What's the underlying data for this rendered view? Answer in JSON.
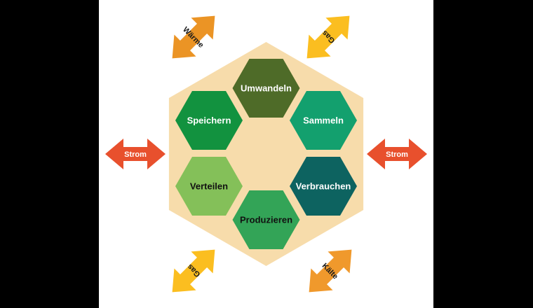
{
  "diagram": {
    "title": "Sektorenkopplung Hexagon",
    "background_color": "#ffffff",
    "letterbox_color": "#000000",
    "hub_color": "#f7dcab",
    "hub": {
      "name": "hexagon-hub",
      "shape": "hexagon",
      "orientation": "pointy-top"
    },
    "nodes": [
      {
        "id": "umwandeln",
        "label": "Umwandeln",
        "position": "top",
        "fill": "#4e6b28",
        "text_color": "#ffffff",
        "text_tone": "light"
      },
      {
        "id": "sammeln",
        "label": "Sammeln",
        "position": "top-right",
        "fill": "#13a06e",
        "text_color": "#ffffff",
        "text_tone": "light"
      },
      {
        "id": "verbrauchen",
        "label": "Verbrauchen",
        "position": "bottom-right",
        "fill": "#0d6360",
        "text_color": "#ffffff",
        "text_tone": "light"
      },
      {
        "id": "produzieren",
        "label": "Produzieren",
        "position": "bottom",
        "fill": "#33a457",
        "text_color": "#111111",
        "text_tone": "dark"
      },
      {
        "id": "verteilen",
        "label": "Verteilen",
        "position": "bottom-left",
        "fill": "#84c059",
        "text_color": "#111111",
        "text_tone": "dark"
      },
      {
        "id": "speichern",
        "label": "Speichern",
        "position": "top-left",
        "fill": "#12923f",
        "text_color": "#ffffff",
        "text_tone": "light"
      }
    ],
    "arrows": [
      {
        "id": "waerme",
        "label": "Wärme",
        "position": "top-left",
        "fill": "#eb9425",
        "text_color": "#1a1a1a",
        "text_tone": "dark",
        "direction": "double",
        "angle_deg": 135
      },
      {
        "id": "gas-top",
        "label": "Gas",
        "position": "top-right",
        "fill": "#fbbe20",
        "text_color": "#1a1a1a",
        "text_tone": "dark",
        "direction": "double",
        "angle_deg": 45
      },
      {
        "id": "strom-left",
        "label": "Strom",
        "position": "left",
        "fill": "#e8502d",
        "text_color": "#ffffff",
        "text_tone": "light",
        "direction": "double",
        "angle_deg": 0
      },
      {
        "id": "strom-right",
        "label": "Strom",
        "position": "right",
        "fill": "#e8502d",
        "text_color": "#ffffff",
        "text_tone": "light",
        "direction": "double",
        "angle_deg": 0
      },
      {
        "id": "gas-bottom",
        "label": "Gas",
        "position": "bottom-left",
        "fill": "#fbbe20",
        "text_color": "#1a1a1a",
        "text_tone": "dark",
        "direction": "double",
        "angle_deg": 45
      },
      {
        "id": "kaelte",
        "label": "Kälte",
        "position": "bottom-right",
        "fill": "#f0992c",
        "text_color": "#1a1a1a",
        "text_tone": "dark",
        "direction": "double",
        "angle_deg": 135
      }
    ]
  }
}
